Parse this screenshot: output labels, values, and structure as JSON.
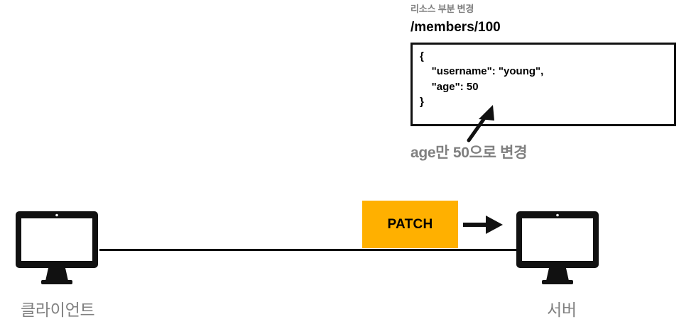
{
  "diagram": {
    "title_caption": "리소스 부분 변경",
    "resource_path": "/members/100",
    "request_body": "{\n    \"username\": \"young\",\n    \"age\": 50\n}",
    "annotation": "age만 50으로 변경",
    "http_method": "PATCH",
    "client_label": "클라이언트",
    "server_label": "서버",
    "colors": {
      "method_badge_bg": "#FFB000",
      "method_badge_text": "#000000",
      "caption_gray": "#7f7f7f",
      "label_gray": "#808080",
      "stroke_black": "#111111",
      "background": "#ffffff"
    },
    "icons": {
      "client": "desktop-monitor-icon",
      "server": "desktop-monitor-icon",
      "flow": "right-arrow-icon",
      "callout": "diagonal-up-arrow-icon"
    }
  }
}
